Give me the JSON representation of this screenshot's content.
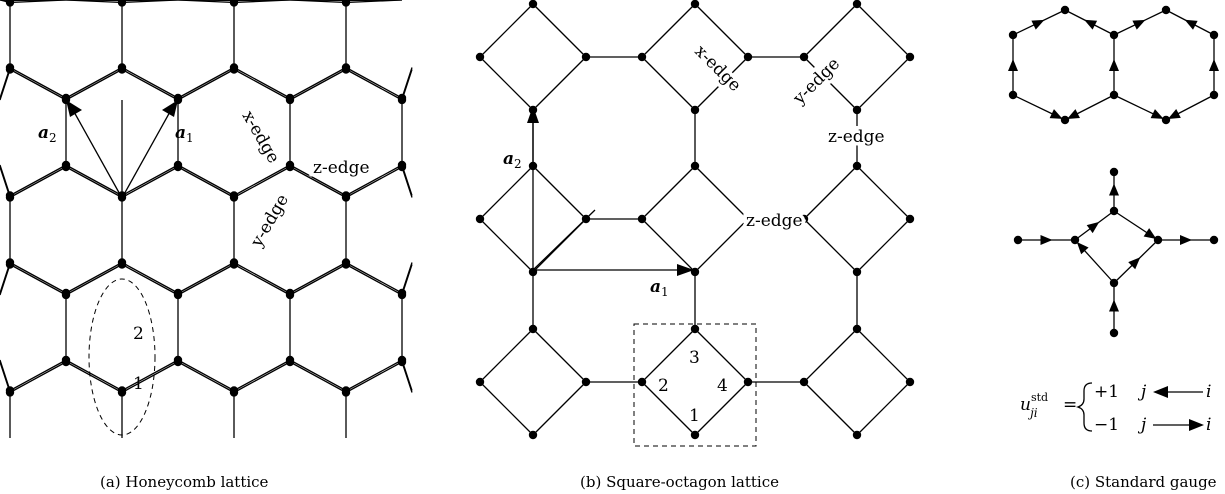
{
  "panels": {
    "honeycomb": {
      "caption": "(a) Honeycomb lattice",
      "vector_a1": "a",
      "vector_a1_sub": "1",
      "vector_a2": "a",
      "vector_a2_sub": "2",
      "x_edge_label": "x-edge",
      "y_edge_label": "y-edge",
      "z_edge_label": "z-edge",
      "site_1": "1",
      "site_2": "2"
    },
    "square_octagon": {
      "caption": "(b) Square-octagon lattice",
      "vector_a1": "a",
      "vector_a1_sub": "1",
      "vector_a2": "a",
      "vector_a2_sub": "2",
      "x_edge_label": "x-edge",
      "y_edge_label": "y-edge",
      "z_edge_label_top": "z-edge",
      "z_edge_label_mid": "z-edge",
      "site_1": "1",
      "site_2": "2",
      "site_3": "3",
      "site_4": "4"
    },
    "standard_gauge": {
      "caption": "(c) Standard gauge",
      "u_symbol": "u",
      "u_sup": "std",
      "u_sub": "ji",
      "equals": "=",
      "case1_value": "+1",
      "case1_j": "j",
      "case1_i": "i",
      "case2_value": "−1",
      "case2_j": "j",
      "case2_i": "i"
    }
  },
  "colors": {
    "ink": "#000000",
    "background": "#ffffff"
  }
}
